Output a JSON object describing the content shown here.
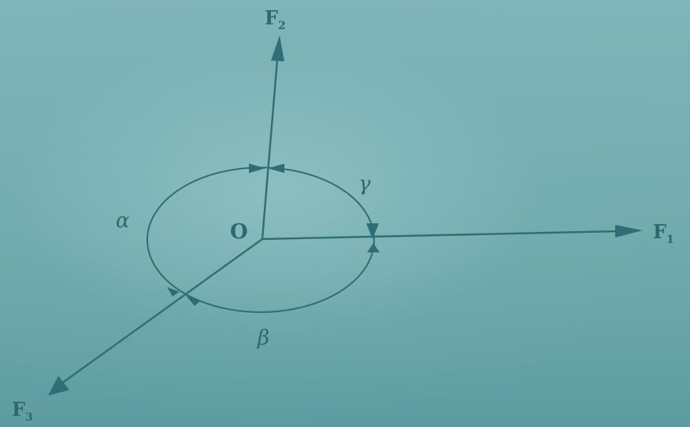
{
  "diagram": {
    "labels": {
      "f1": "F",
      "f1_sub": "1",
      "f2": "F",
      "f2_sub": "2",
      "f3": "F",
      "f3_sub": "3",
      "origin": "O",
      "alpha": "α",
      "beta": "β",
      "gamma": "γ"
    },
    "colors": {
      "background": "#72abae",
      "ink": "#2f6e76"
    }
  }
}
